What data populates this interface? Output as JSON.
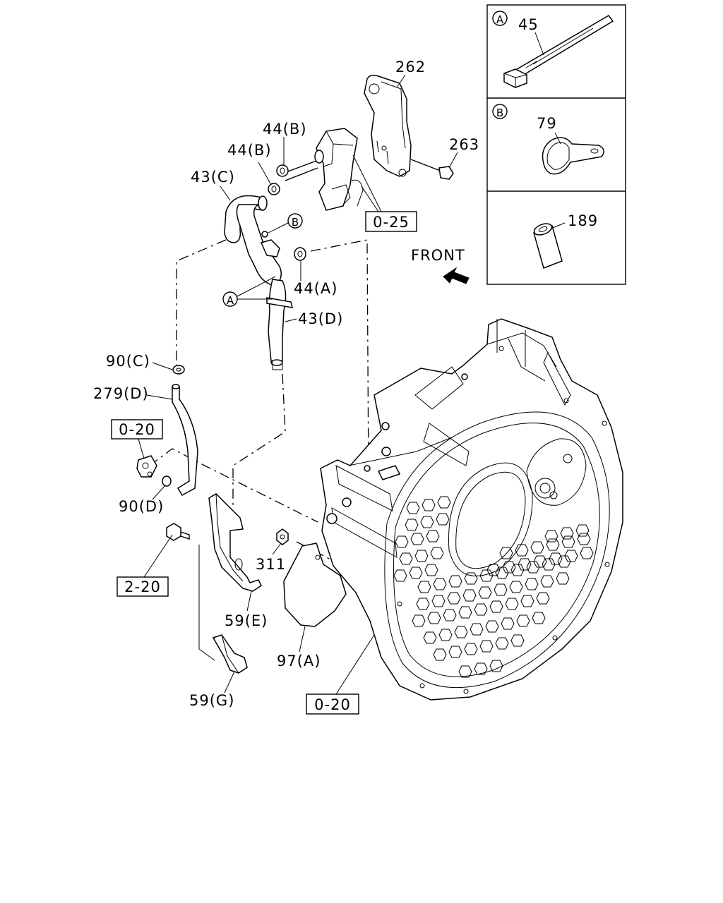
{
  "front_label": "FRONT",
  "legend": {
    "a": {
      "mark": "A",
      "part": "45"
    },
    "b": {
      "mark": "B",
      "part": "79"
    },
    "c": {
      "part": "189"
    }
  },
  "callouts": {
    "p262": "262",
    "p263": "263",
    "p44b_upper": "44(B)",
    "p44b_lower": "44(B)",
    "p43c": "43(C)",
    "ref_025": "0-25",
    "mark_b": "B",
    "p44a": "44(A)",
    "mark_a": "A",
    "p43d": "43(D)",
    "p90c": "90(C)",
    "p279d": "279(D)",
    "ref_020_upper": "0-20",
    "p90d": "90(D)",
    "ref_220": "2-20",
    "p311": "311",
    "p59e": "59(E)",
    "p97a": "97(A)",
    "p59g": "59(G)",
    "ref_020_lower": "0-20"
  }
}
